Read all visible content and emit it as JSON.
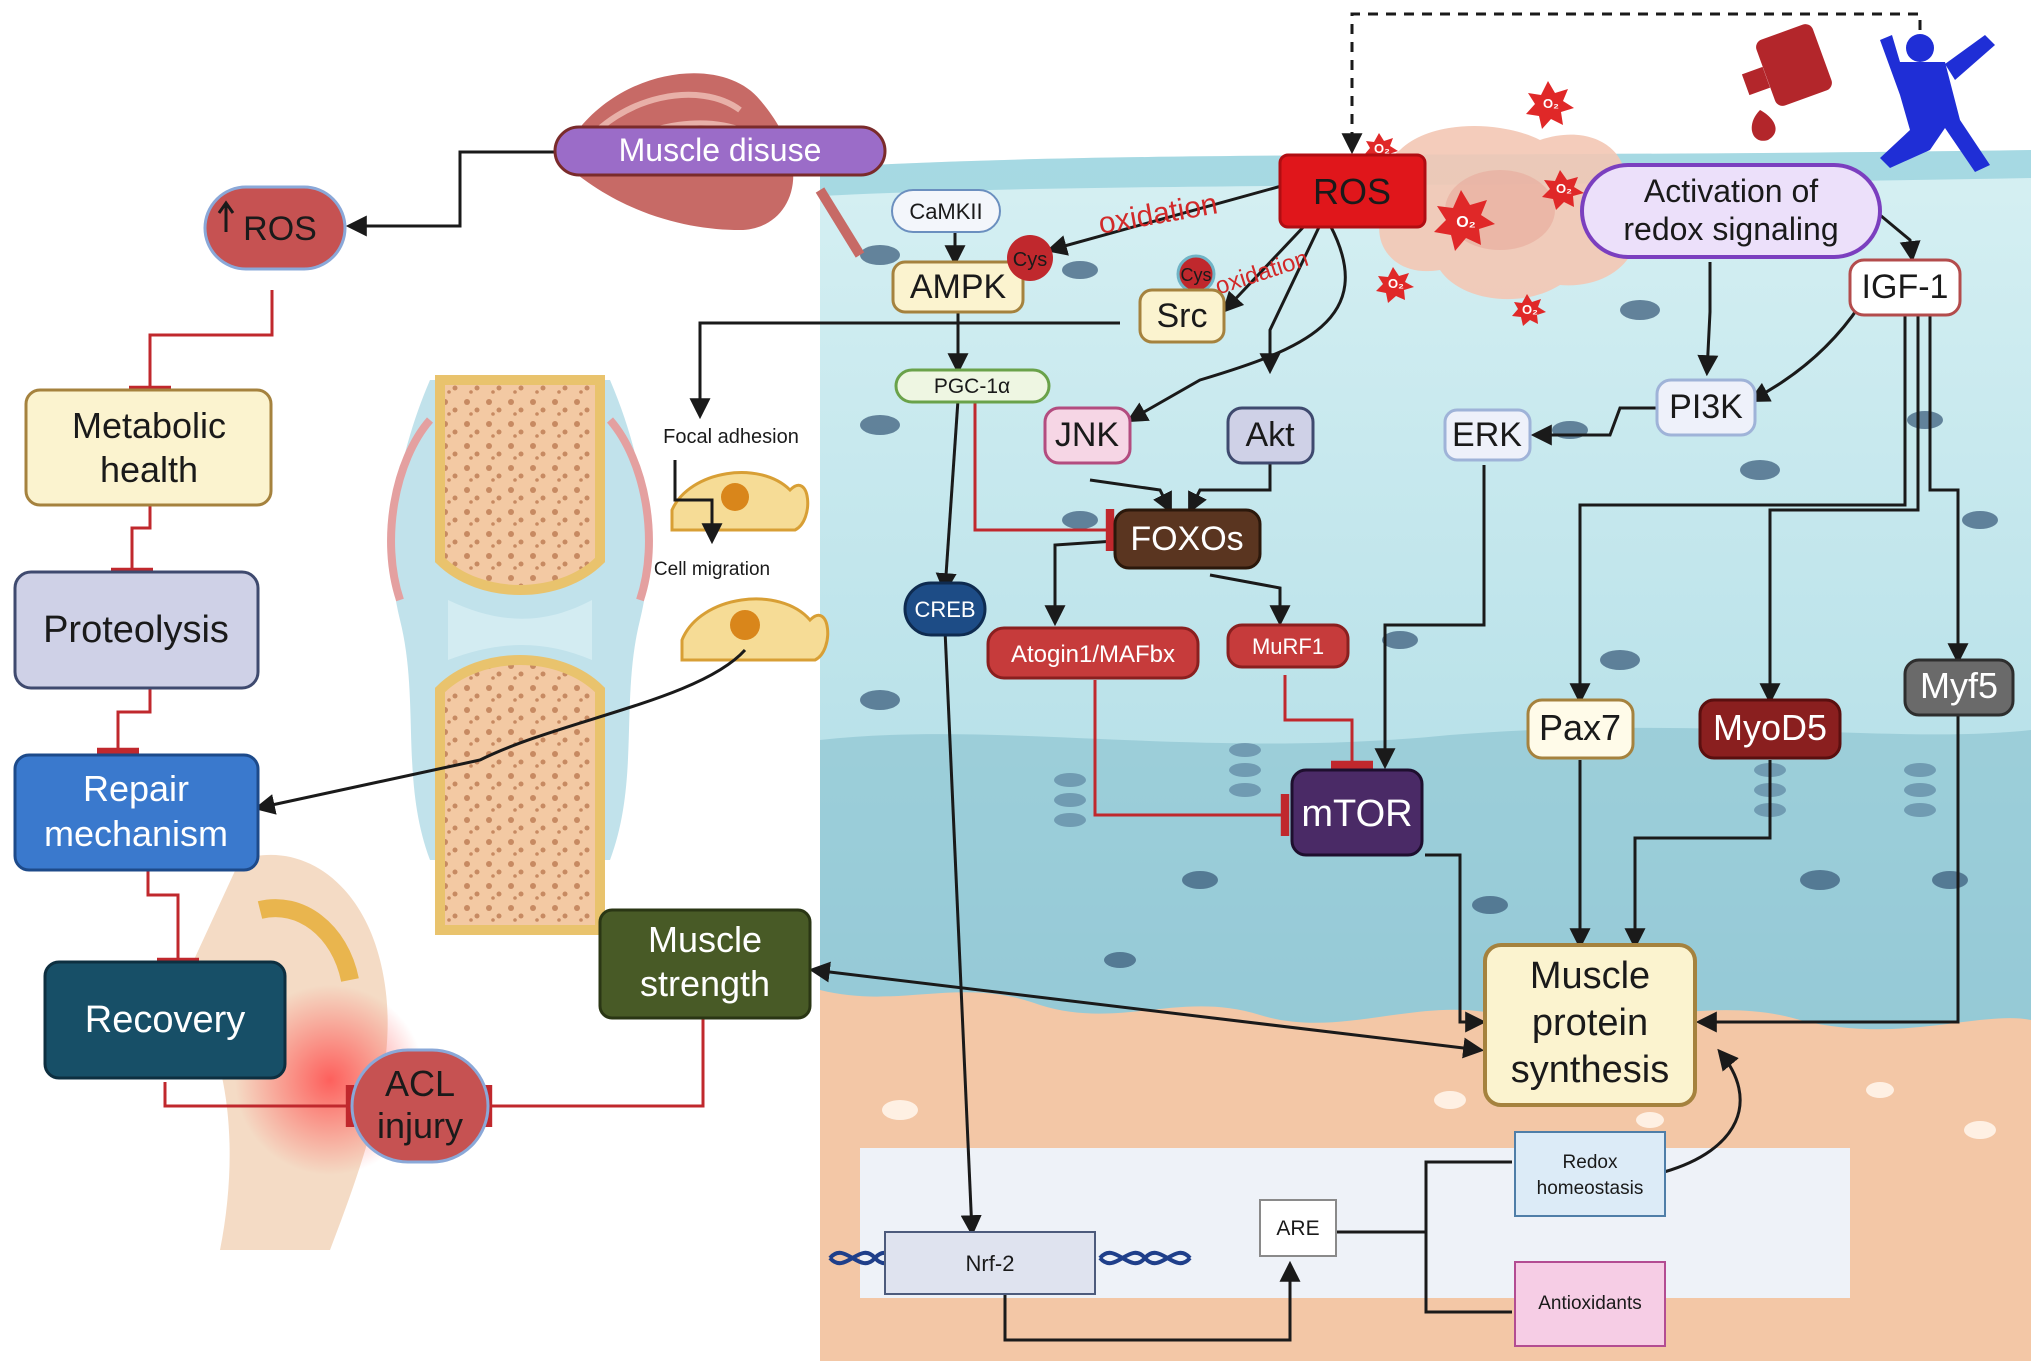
{
  "left_panel": {
    "muscle_disuse": "Muscle disuse",
    "ros": "ROS",
    "metabolic_health": [
      "Metabolic",
      "health"
    ],
    "proteolysis": "Proteolysis",
    "repair_mechanism": [
      "Repair",
      "mechanism"
    ],
    "recovery": "Recovery",
    "acl_injury": [
      "ACL",
      "injury"
    ],
    "muscle_strength": [
      "Muscle",
      "strength"
    ],
    "focal_adhesion": "Focal adhesion",
    "cell_migration": "Cell migration"
  },
  "signaling": {
    "ros": "ROS",
    "oxidation_1": "oxidation",
    "oxidation_2": "oxidation",
    "cys_1": "Cys",
    "cys_2": "Cys",
    "camkii": "CaMKII",
    "ampk": "AMPK",
    "src": "Src",
    "pgc1a": "PGC-1α",
    "jnk": "JNK",
    "akt": "Akt",
    "erk": "ERK",
    "pi3k": "PI3K",
    "igf1": "IGF-1",
    "activation_redox": [
      "Activation of",
      "redox signaling"
    ],
    "foxos": "FOXOs",
    "creb": "CREB",
    "atrogin": "Atogin1/MAFbx",
    "murf1": "MuRF1",
    "mtor": "mTOR",
    "pax7": "Pax7",
    "myod5": "MyoD5",
    "myf5": "Myf5",
    "muscle_protein_synthesis": [
      "Muscle",
      "protein",
      "synthesis"
    ],
    "o2_symbol": "O₂"
  },
  "nucleus_panel": {
    "nrf2": "Nrf-2",
    "are": "ARE",
    "redox_homeostasis": [
      "Redox",
      "homeostasis"
    ],
    "antioxidants": "Antioxidants"
  },
  "colors": {
    "inhibit_red": "#c0282d",
    "arrow_black": "#1a1a1a",
    "tissue_blue": "#bfe6ec",
    "tissue_deep": "#7fb9c8",
    "connective": "#f5cdb0",
    "ros_red": "#e0161b"
  }
}
